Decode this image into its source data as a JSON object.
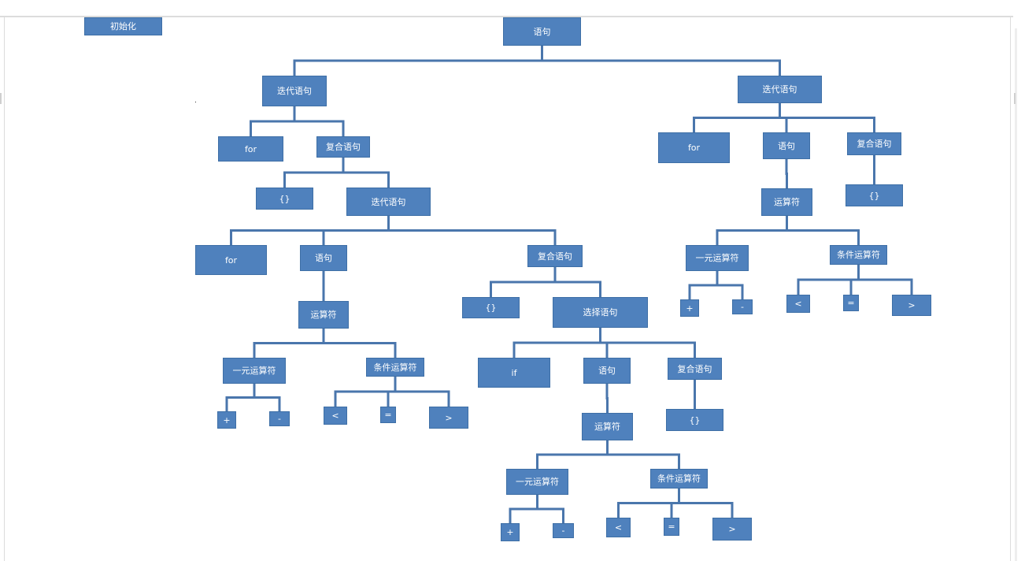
{
  "diagram": {
    "colors": {
      "node_fill": "#4f81bd",
      "node_border": "#3e6fa6",
      "connector": "#4a76ac",
      "text": "#ffffff"
    },
    "labels": {
      "init": "初始化",
      "root": "语句",
      "L_iter": "迭代语句",
      "L_for": "for",
      "L_comp": "复合语句",
      "L_empty": "{}",
      "L2_iter": "迭代语句",
      "L2_for": "for",
      "L2_stmt": "语句",
      "L2_op": "运算符",
      "L2_unary": "一元运算符",
      "L2_plus": "+",
      "L2_minus": "-",
      "L2_cond": "条件运算符",
      "L2_lt": "<",
      "L2_eq": "=",
      "L2_gt": ">",
      "L2_comp": "复合语句",
      "L2_empty": "{}",
      "L2_sel": "选择语句",
      "S_if": "if",
      "S_stmt": "语句",
      "S_op": "运算符",
      "S_unary": "一元运算符",
      "S_plus": "+",
      "S_minus": "-",
      "S_cond": "条件运算符",
      "S_lt": "<",
      "S_eq": "=",
      "S_gt": ">",
      "S_comp": "复合语句",
      "S_empty": "{}",
      "R_iter": "迭代语句",
      "R_for": "for",
      "R_stmt": "语句",
      "R_comp": "复合语句",
      "R_empty": "{}",
      "R_op": "运算符",
      "R_unary": "一元运算符",
      "R_plus": "+",
      "R_minus": "-",
      "R_cond": "条件运算符",
      "R_lt": "<",
      "R_eq": "=",
      "R_gt": ">"
    },
    "edges": [
      [
        "root",
        "L_iter"
      ],
      [
        "root",
        "R_iter"
      ],
      [
        "L_iter",
        "L_for"
      ],
      [
        "L_iter",
        "L_comp"
      ],
      [
        "L_comp",
        "L_empty"
      ],
      [
        "L_comp",
        "L2_iter"
      ],
      [
        "L2_iter",
        "L2_for"
      ],
      [
        "L2_iter",
        "L2_stmt"
      ],
      [
        "L2_iter",
        "L2_comp"
      ],
      [
        "L2_stmt",
        "L2_op"
      ],
      [
        "L2_op",
        "L2_unary"
      ],
      [
        "L2_op",
        "L2_cond"
      ],
      [
        "L2_unary",
        "L2_plus"
      ],
      [
        "L2_unary",
        "L2_minus"
      ],
      [
        "L2_cond",
        "L2_lt"
      ],
      [
        "L2_cond",
        "L2_eq"
      ],
      [
        "L2_cond",
        "L2_gt"
      ],
      [
        "L2_comp",
        "L2_empty"
      ],
      [
        "L2_comp",
        "L2_sel"
      ],
      [
        "L2_sel",
        "S_if"
      ],
      [
        "L2_sel",
        "S_stmt"
      ],
      [
        "L2_sel",
        "S_comp"
      ],
      [
        "S_stmt",
        "S_op"
      ],
      [
        "S_op",
        "S_unary"
      ],
      [
        "S_op",
        "S_cond"
      ],
      [
        "S_unary",
        "S_plus"
      ],
      [
        "S_unary",
        "S_minus"
      ],
      [
        "S_cond",
        "S_lt"
      ],
      [
        "S_cond",
        "S_eq"
      ],
      [
        "S_cond",
        "S_gt"
      ],
      [
        "S_comp",
        "S_empty"
      ],
      [
        "R_iter",
        "R_for"
      ],
      [
        "R_iter",
        "R_stmt"
      ],
      [
        "R_iter",
        "R_comp"
      ],
      [
        "R_stmt",
        "R_op"
      ],
      [
        "R_comp",
        "R_empty"
      ],
      [
        "R_op",
        "R_unary"
      ],
      [
        "R_op",
        "R_cond"
      ],
      [
        "R_unary",
        "R_plus"
      ],
      [
        "R_unary",
        "R_minus"
      ],
      [
        "R_cond",
        "R_lt"
      ],
      [
        "R_cond",
        "R_eq"
      ],
      [
        "R_cond",
        "R_gt"
      ]
    ]
  }
}
